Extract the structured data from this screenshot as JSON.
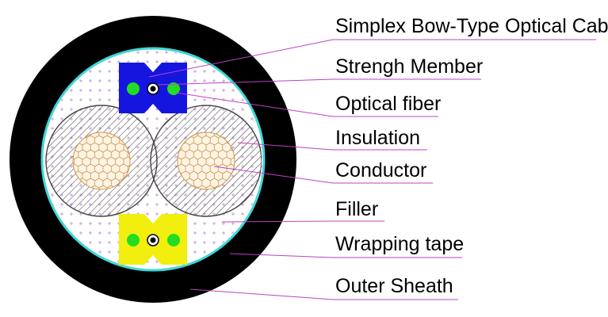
{
  "labels": {
    "cable_name": "Simplex Bow-Type Optical Cable",
    "strength_member": "Strengh Member",
    "optical_fiber": "Optical fiber",
    "insulation": "Insulation",
    "conductor": "Conductor",
    "filler": "Filler",
    "wrapping_tape": "Wrapping tape",
    "outer_sheath": "Outer Sheath"
  },
  "colors": {
    "outer_sheath": "#000000",
    "wrapping_tape": "#3fd6d8",
    "filler_bg": "#ffffff",
    "filler_mark": "#c89ad8",
    "insulation_hatch": "#444444",
    "conductor_fill": "#fff4e4",
    "conductor_mesh": "#c9924a",
    "bow_unit_top": "#1416e0",
    "bow_unit_bottom": "#f2ee0e",
    "fiber_green": "#22dd22",
    "leader_line": "#c040c0"
  }
}
